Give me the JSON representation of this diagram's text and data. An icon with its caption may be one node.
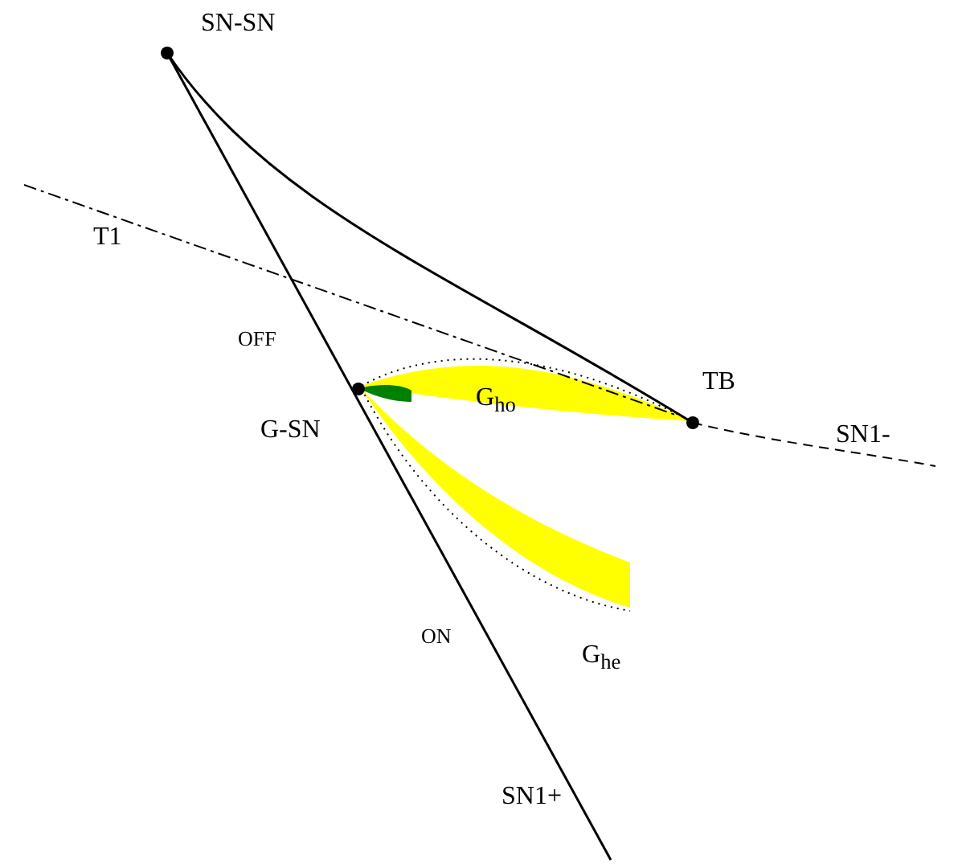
{
  "diagram": {
    "labels": [
      "SN-SN",
      "T1",
      "OFF",
      "G-SN",
      "G$_{ho}$",
      "TB",
      "SN1-",
      "ON",
      "G$_{he}$",
      "SN1+"
    ]
  }
}
